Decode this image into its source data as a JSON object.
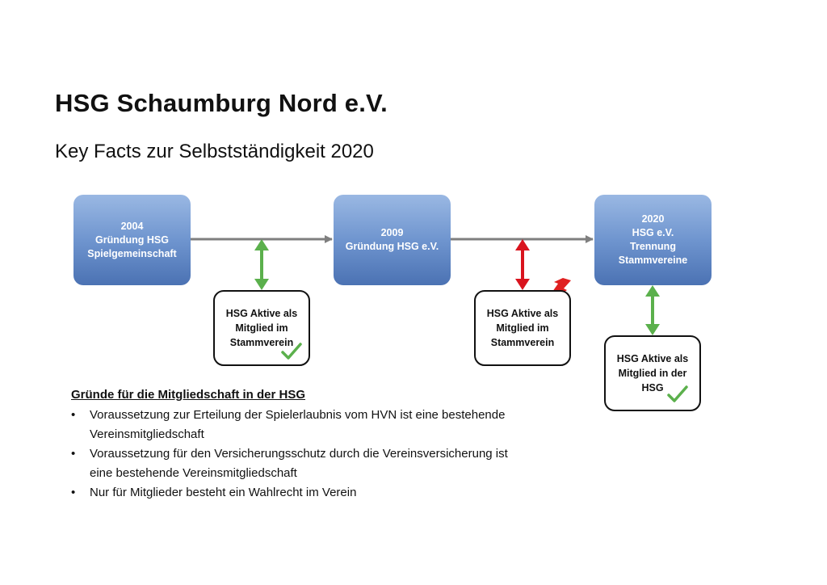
{
  "header": {
    "title": "HSG Schaumburg Nord e.V.",
    "subtitle": "Key Facts zur Selbstständigkeit 2020"
  },
  "milestones": [
    {
      "year": "2004",
      "lines": [
        "Gründung HSG",
        "Spielgemeinschaft"
      ]
    },
    {
      "year": "2009",
      "lines": [
        "Gründung HSG e.V."
      ]
    },
    {
      "year": "2020",
      "lines": [
        "HSG e.V.",
        "Trennung",
        "Stammvereine"
      ]
    }
  ],
  "notes": [
    {
      "lines": [
        "HSG Aktive als",
        "Mitglied im",
        "Stammverein"
      ],
      "status": "check",
      "arrow_color": "#5bb04c"
    },
    {
      "lines": [
        "HSG Aktive als",
        "Mitglied im",
        "Stammverein"
      ],
      "status": "lightning",
      "arrow_color": "#d9141e"
    },
    {
      "lines": [
        "HSG Aktive als",
        "Mitglied in der",
        "HSG"
      ],
      "status": "check",
      "arrow_color": "#5bb04c"
    }
  ],
  "reasons": {
    "heading": "Gründe für die Mitgliedschaft in der HSG",
    "items": [
      "Voraussetzung zur Erteilung der Spielerlaubnis vom HVN ist eine bestehende Vereinsmitgliedschaft",
      "Voraussetzung für den Versicherungsschutz durch die Vereinsversicherung ist eine bestehende Vereinsmitgliedschaft",
      "Nur für Mitglieder besteht ein Wahlrecht im Verein"
    ]
  },
  "colors": {
    "check": "#5bb04c",
    "lightning": "#e02020",
    "timeline": "#7f7f7f",
    "box_gradient": [
      "#9ab8e3",
      "#4b72b3"
    ]
  },
  "icons": {
    "check": "check-icon",
    "lightning": "lightning-icon"
  }
}
